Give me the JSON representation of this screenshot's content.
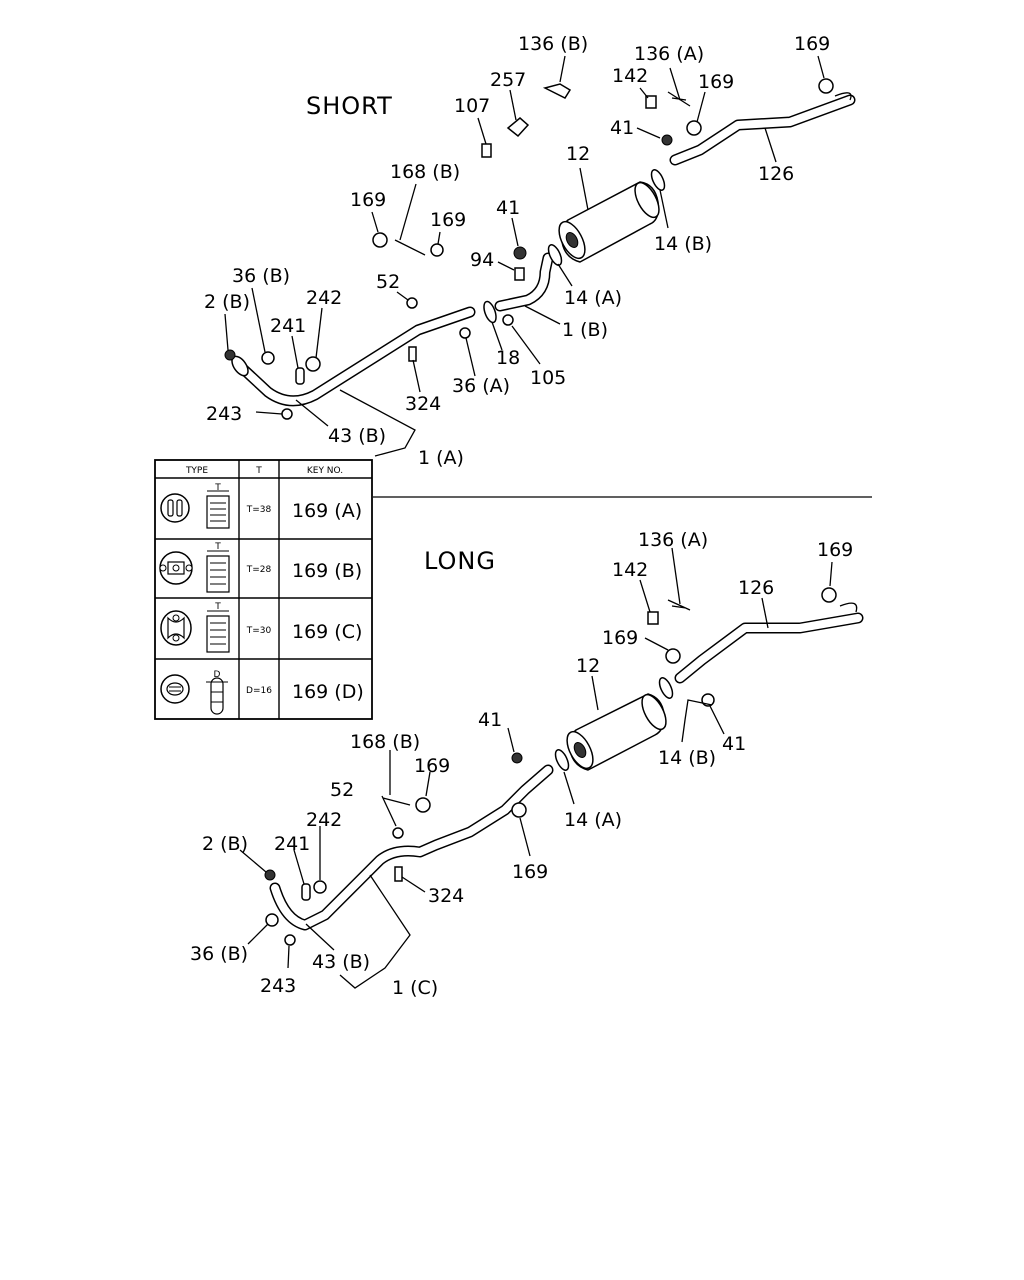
{
  "sections": {
    "short": "SHORT",
    "long": "LONG"
  },
  "table": {
    "headers": {
      "type": "TYPE",
      "t": "T",
      "key": "KEY NO."
    },
    "rows": [
      {
        "t_value": "T=38",
        "key": "169 (A)",
        "dim": "T"
      },
      {
        "t_value": "T=28",
        "key": "169 (B)",
        "dim": "T"
      },
      {
        "t_value": "T=30",
        "key": "169 (C)",
        "dim": "T"
      },
      {
        "t_value": "D=16",
        "key": "169 (D)",
        "dim": "D"
      }
    ]
  },
  "callouts_short": {
    "p136b": "136 (B)",
    "p136a": "136 (A)",
    "p169_tr": "169",
    "p257": "257",
    "p142": "142",
    "p169_u": "169",
    "p107": "107",
    "p41_u": "41",
    "p126": "126",
    "p12": "12",
    "p168b": "168 (B)",
    "p169_l": "169",
    "p169_m": "169",
    "p41_m": "41",
    "p14b": "14 (B)",
    "p94": "94",
    "p36b": "36 (B)",
    "p52": "52",
    "p14a": "14 (A)",
    "p2b": "2 (B)",
    "p242": "242",
    "p241": "241",
    "p1b": "1 (B)",
    "p18": "18",
    "p105": "105",
    "p36a": "36 (A)",
    "p324": "324",
    "p243": "243",
    "p43b": "43 (B)",
    "p1a": "1 (A)"
  },
  "callouts_long": {
    "p136a": "136 (A)",
    "p169_tr": "169",
    "p142": "142",
    "p126": "126",
    "p169_u": "169",
    "p12": "12",
    "p41_r": "41",
    "p41_l": "41",
    "p14b": "14 (B)",
    "p168b": "168 (B)",
    "p169_m": "169",
    "p52": "52",
    "p14a": "14 (A)",
    "p242": "242",
    "p2b": "2 (B)",
    "p241": "241",
    "p169_b": "169",
    "p324": "324",
    "p36b": "36 (B)",
    "p43b": "43 (B)",
    "p243": "243",
    "p1c": "1 (C)"
  }
}
